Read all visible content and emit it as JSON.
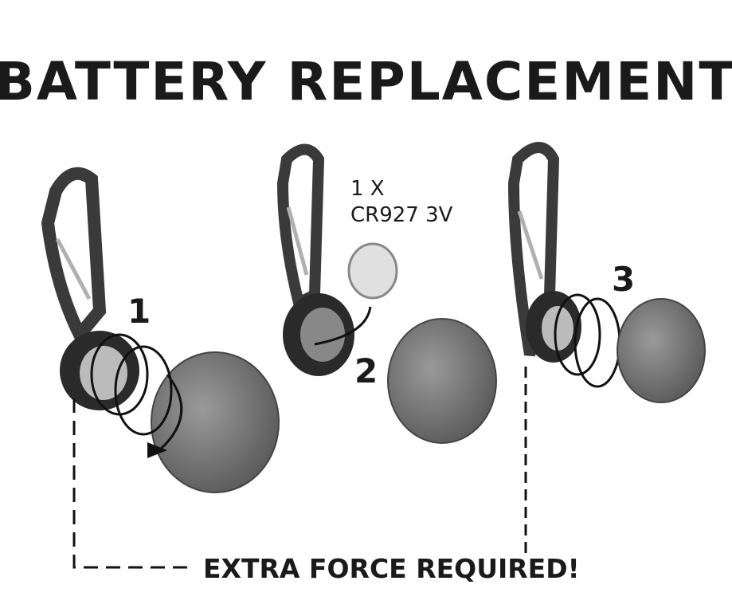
{
  "title": "BATTERY REPLACEMENT",
  "battery": {
    "quantity": "1 X",
    "type": "CR927 3V"
  },
  "steps": [
    {
      "number": "1"
    },
    {
      "number": "2"
    },
    {
      "number": "3"
    }
  ],
  "warning": "EXTRA FORCE REQUIRED!",
  "colors": {
    "ink": "#1a1a1a",
    "cap": "#7a7a7a",
    "clip": "#3a3a3a",
    "gate": "#b0b0b0"
  }
}
